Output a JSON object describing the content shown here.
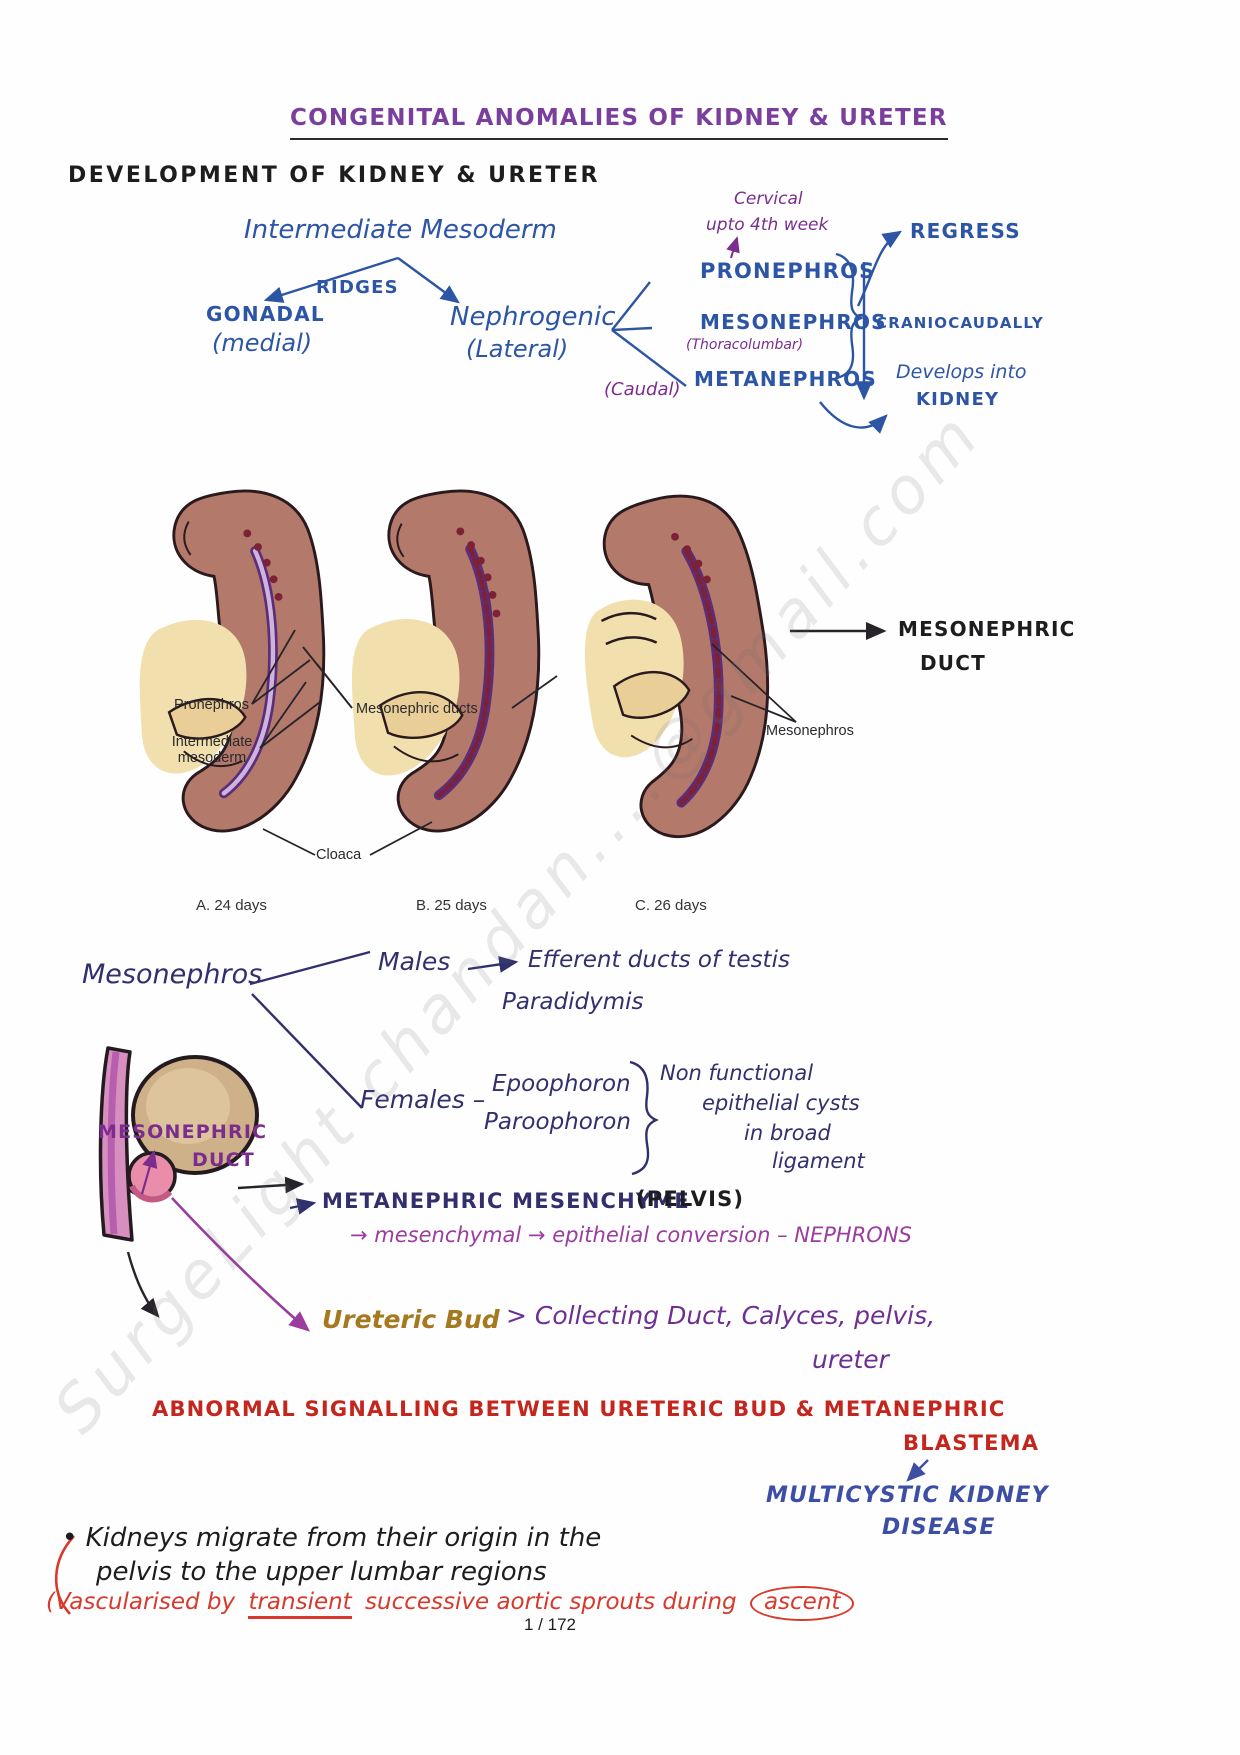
{
  "colors": {
    "title-purple": "#7a3f9d",
    "ink-blue": "#2d55a5",
    "ink-navy": "#31306e",
    "ink-purple": "#7b2d8e",
    "ink-magenta": "#9a3d9e",
    "ink-red": "#c4261d",
    "ink-bright-red": "#d8392b",
    "ink-brown": "#a5791f",
    "ink-blue2": "#3c4fa5",
    "ink-black": "#1d1d1f"
  },
  "header": {
    "title": "CONGENITAL ANOMALIES OF KIDNEY & URETER",
    "subtitle": "DEVELOPMENT OF KIDNEY & URETER"
  },
  "flowchart": {
    "root": "Intermediate Mesoderm",
    "ridges": "RIDGES",
    "gonadal": "GONADAL",
    "gonadal_sub": "(medial)",
    "nephrogenic": "Nephrogenic",
    "nephrogenic_sub": "(Lateral)",
    "cervical_line1": "Cervical",
    "cervical_line2": "upto 4th week",
    "pronephros": "PRONEPHROS",
    "mesonephros": "MESONEPHROS",
    "mesonephros_sub": "(Thoracolumbar)",
    "caudal": "(Caudal)",
    "metanephros": "METANEPHROS",
    "regress": "REGRESS",
    "craniocaudally": "CRANIOCAUDALLY",
    "develops_line1": "Develops into",
    "develops_line2": "KIDNEY"
  },
  "figure": {
    "labels": {
      "pronephros": "Pronephros",
      "intermediate_mesoderm": "Intermediate mesoderm",
      "mesonephric_ducts": "Mesonephric ducts",
      "cloaca": "Cloaca",
      "mesonephros": "Mesonephros"
    },
    "captions": [
      "A. 24 days",
      "B. 25 days",
      "C. 26 days"
    ],
    "callout_line1": "MESONEPHRIC",
    "callout_line2": "DUCT"
  },
  "mesonephros_section": {
    "heading": "Mesonephros",
    "males_label": "Males",
    "males_result": "Efferent ducts of testis",
    "males_result2": "Paradidymis",
    "females_label": "Females –",
    "females_item1": "Epoophoron",
    "females_item2": "Paroophoron",
    "females_note1": "Non functional",
    "females_note2": "epithelial cysts",
    "females_note3": "in broad",
    "females_note4": "ligament"
  },
  "duct_drawing": {
    "label_line1": "MESONEPHRIC",
    "label_line2": "DUCT"
  },
  "metanephric": {
    "heading": "METANEPHRIC MESENCHYME",
    "heading_suffix": "(PELVIS)",
    "conversion": "→ mesenchymal → epithelial conversion – NEPHRONS"
  },
  "ureteric": {
    "label": "Ureteric Bud",
    "result_line1": "> Collecting Duct, Calyces, pelvis,",
    "result_line2": "ureter"
  },
  "warning": {
    "line1": "ABNORMAL SIGNALLING BETWEEN URETERIC BUD & METANEPHRIC",
    "line2": "BLASTEMA",
    "disease_line1": "MULTICYSTIC KIDNEY",
    "disease_line2": "DISEASE"
  },
  "notes": {
    "bullet_line1": "• Kidneys migrate from their origin in the",
    "bullet_line2": "pelvis to the upper lumbar regions",
    "red_pre": "(Vascularised by",
    "red_underlined": "transient",
    "red_mid": "successive aortic sprouts during",
    "red_circled": "ascent"
  },
  "footer": {
    "page_indicator": "1 / 172"
  },
  "watermark": "SurgeLight   chandan....@gmail.com"
}
